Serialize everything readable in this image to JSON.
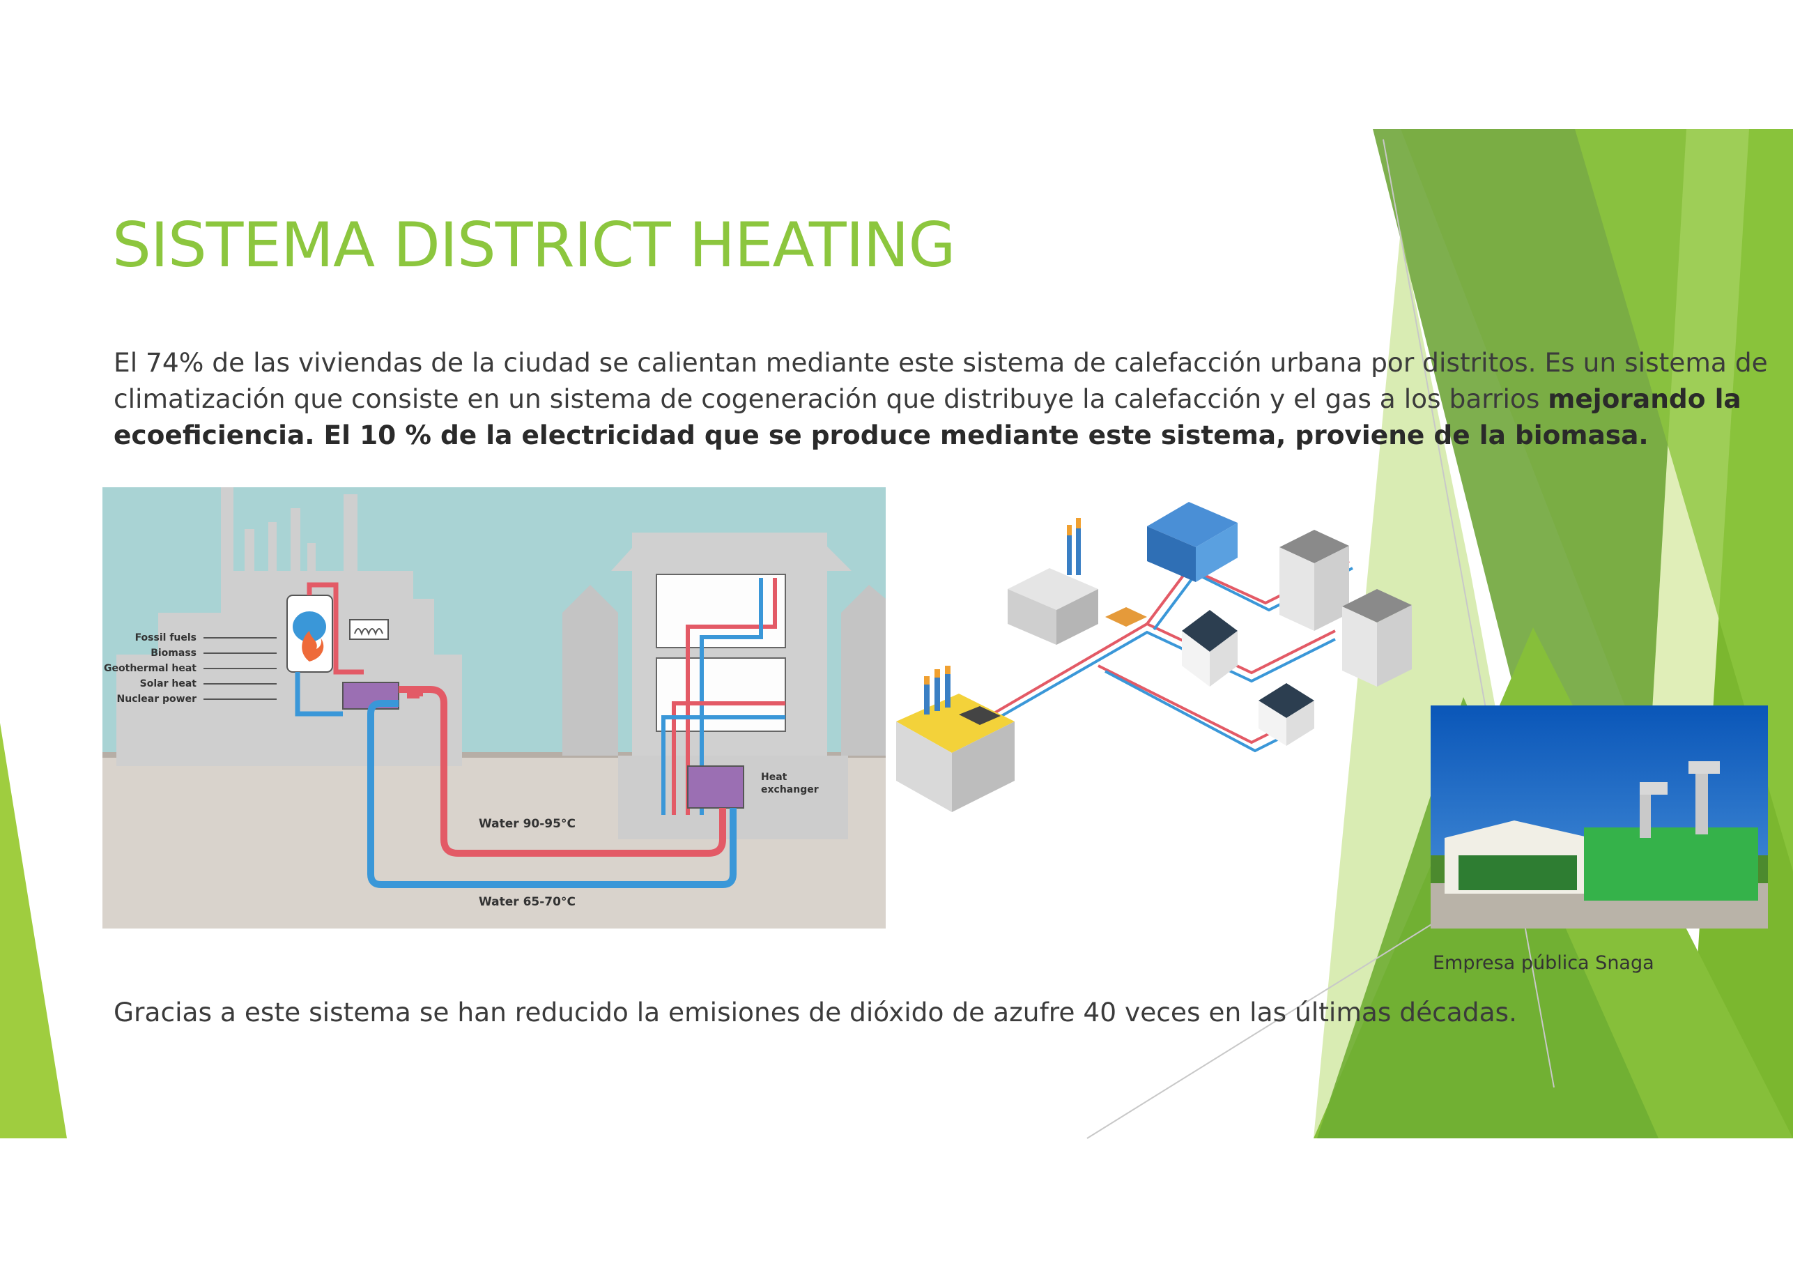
{
  "slide": {
    "title": "SISTEMA DISTRICT HEATING",
    "paragraph": {
      "normal": "El 74% de las viviendas de la ciudad se calientan mediante este sistema de calefacción urbana por distritos. Es un sistema de climatización que consiste en un sistema de cogeneración que distribuye la calefacción y el gas a los barrios ",
      "bold": "mejorando la ecoeficiencia. El 10 % de la electricidad que se produce mediante este sistema, proviene de la biomasa."
    },
    "footer_text": "Gracias a este sistema se han reducido la emisiones de dióxido de azufre 40 veces en las últimas décadas.",
    "photo_caption": "Empresa pública Snaga"
  },
  "diagram_heating": {
    "sources": [
      "Fossil fuels",
      "Biomass",
      "Geothermal heat",
      "Solar heat",
      "Nuclear power"
    ],
    "heat_exchanger_line1": "Heat",
    "heat_exchanger_line2": "exchanger",
    "water_hot": "Water 90-95°C",
    "water_cold": "Water 65-70°C"
  },
  "colors": {
    "title_green": "#8cc63e",
    "hot_pipe": "#e35a66",
    "cold_pipe": "#3a97d8",
    "sky": "#a9d3d4",
    "ground": "#d9d3cc"
  },
  "icons": [
    "flame-icon",
    "turbine-icon",
    "boiler-icon"
  ]
}
